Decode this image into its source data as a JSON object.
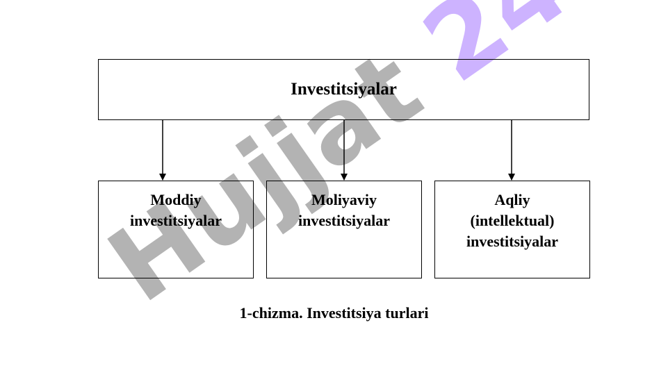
{
  "diagram": {
    "root": "Investitsiyalar",
    "children": [
      {
        "lines": [
          "Moddiy",
          "investitsiyalar"
        ]
      },
      {
        "lines": [
          "Moliyaviy",
          "investitsiyalar"
        ]
      },
      {
        "lines": [
          "Aqliy",
          "(intellektual)",
          "investitsiyalar"
        ]
      }
    ],
    "caption": "1-chizma. Investitsiya turlari"
  },
  "watermark": {
    "text": "Hujjat 24",
    "color": "#b3b3b3",
    "accent_color": "#cdb3ff"
  }
}
